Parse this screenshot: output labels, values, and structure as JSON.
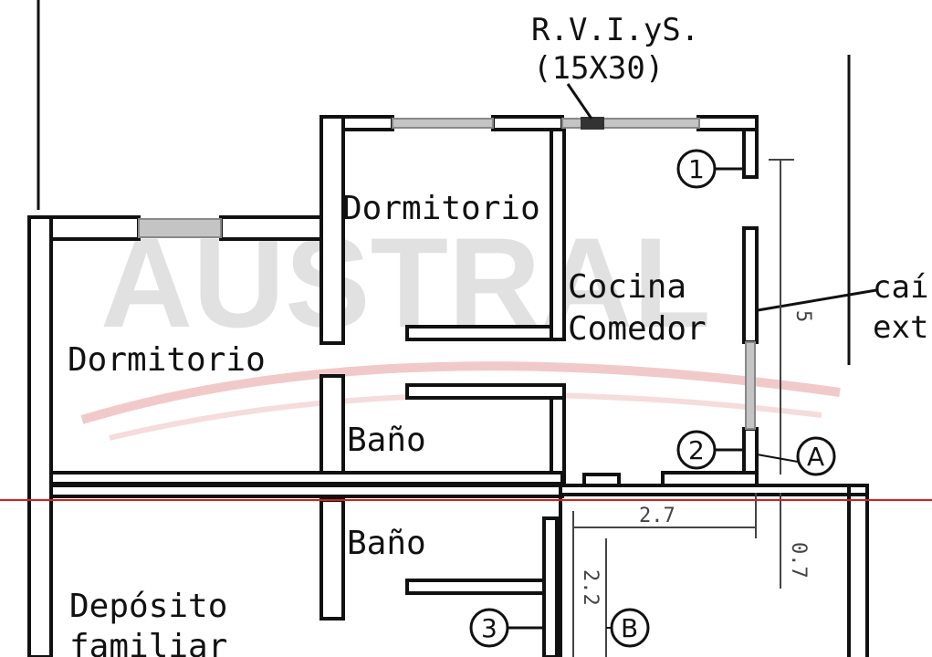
{
  "watermark": {
    "text": "AUSTRAL"
  },
  "rooms": {
    "dormitorio_top": "Dormitorio",
    "dormitorio_left": "Dormitorio",
    "cocina_line1": "Cocina",
    "cocina_line2": "Comedor",
    "bano_upper": "Baño",
    "bano_lower": "Baño",
    "deposito_line1": "Depósito",
    "deposito_line2": "familiar"
  },
  "annotations": {
    "rvis_line1": "R.V.I.yS.",
    "rvis_line2": "(15X30)",
    "side_note_line1": "caí",
    "side_note_line2": "ext"
  },
  "markers": {
    "m1": "1",
    "m2": "2",
    "m3": "3",
    "mA": "A",
    "mB": "B"
  },
  "dimensions": {
    "d_horizontal": "2.7",
    "d_vertical_left": "2.2",
    "d_vertical_right": "0.7",
    "d_vertical_top": "5"
  },
  "colors": {
    "wall": "#111111",
    "window": "#b9b9b9",
    "red_line": "#d42020",
    "watermark_swoosh": "#f2c9c9"
  }
}
